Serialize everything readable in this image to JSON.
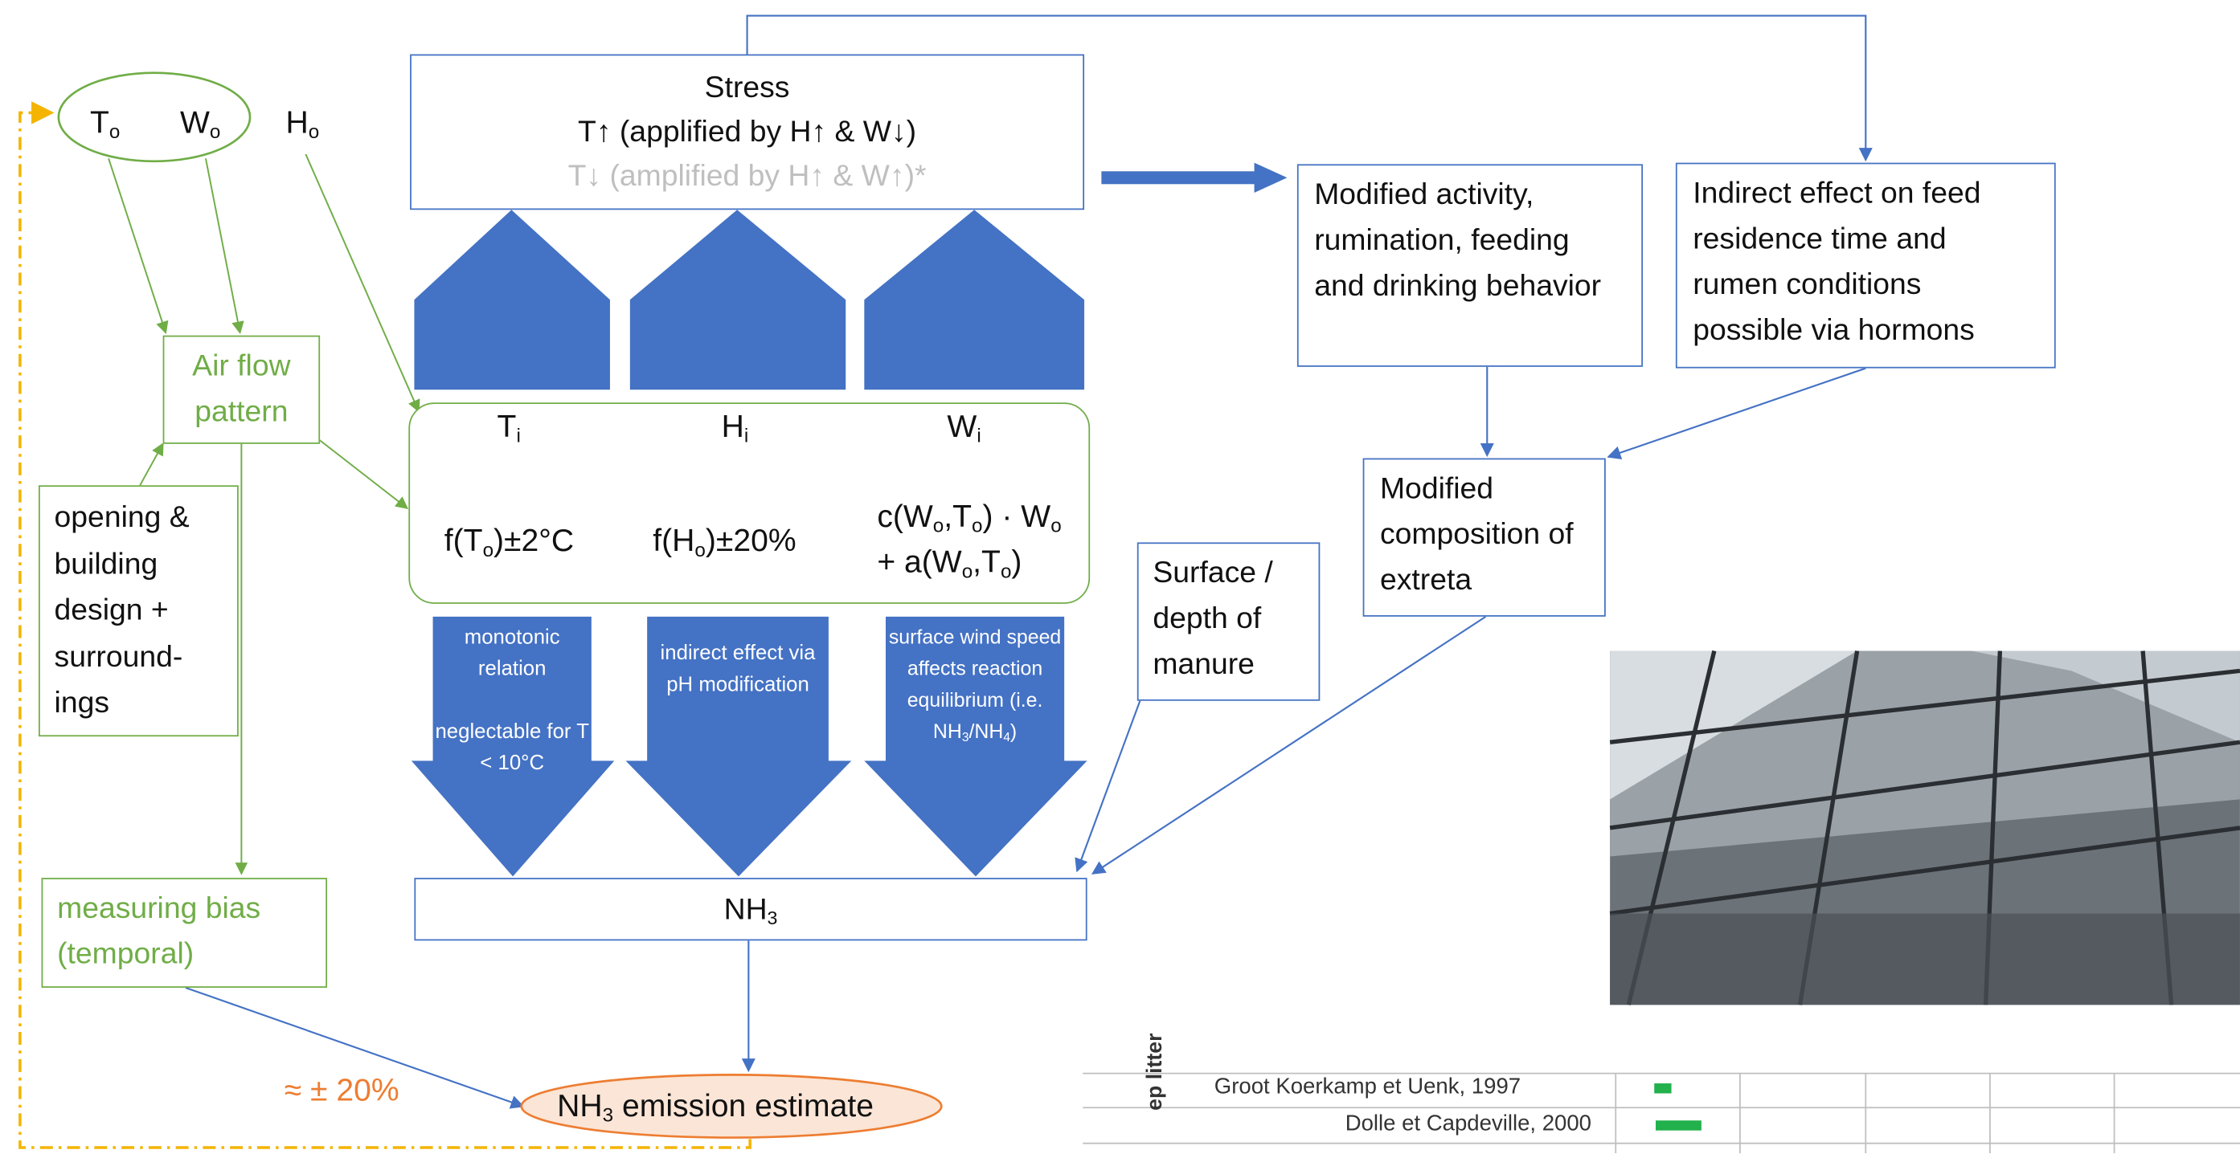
{
  "inputs": {
    "outside_temp": "To",
    "outside_wind": "Wo",
    "outside_humidity": "Ho"
  },
  "stress_box": {
    "title": "Stress",
    "line_high": "T↑ (applified by H↑ & W↓)",
    "line_low": "T↓ (amplified by H↑ & W↑)*"
  },
  "airflow_box": "Air flow pattern",
  "opening_box": "opening & building design + surround-ings",
  "measuring_box": "measuring bias (temporal)",
  "inside": {
    "temp": "Ti",
    "humidity": "Hi",
    "wind": "Wi",
    "temp_formula": "f(To)±2°C",
    "humidity_formula": "f(Ho)±20%",
    "wind_formula_1": "c(Wo,To) · Wo",
    "wind_formula_2": "+ a(Wo,To)"
  },
  "effect_arrows": {
    "temp_text": "monotonic relation\n\nneglectable for T < 10°C",
    "humidity_text": "indirect effect via pH modification",
    "wind_text": "surface wind speed affects reaction equilibrium (i.e. NH3/NH4)"
  },
  "nh3_box": "NH3",
  "emission_estimate": "NH3 emission estimate",
  "uncertainty": "≈ ± 20%",
  "modified_activity": "Modified activity, rumination, feeding and drinking behavior",
  "indirect_effect": "Indirect effect on feed residence time and rumen conditions possible via hormons",
  "modified_composition": "Modified composition of extreta",
  "surface_depth": "Surface / depth of manure",
  "photo": {
    "description_icon": "barn-roof-photo-icon"
  },
  "table_fragment": {
    "group_label": "ep litter",
    "rows": [
      "Groot Koerkamp et Uenk, 1997",
      "Dolle et Capdeville, 2000"
    ]
  },
  "colors": {
    "blue": "#4472c4",
    "green": "#70ad47",
    "orange": "#ed7d31",
    "orange_fill": "#fbe5d6",
    "gold_dash": "#f4b400",
    "gray_text": "#bfbfbf",
    "table_bar": "#22b14c"
  }
}
